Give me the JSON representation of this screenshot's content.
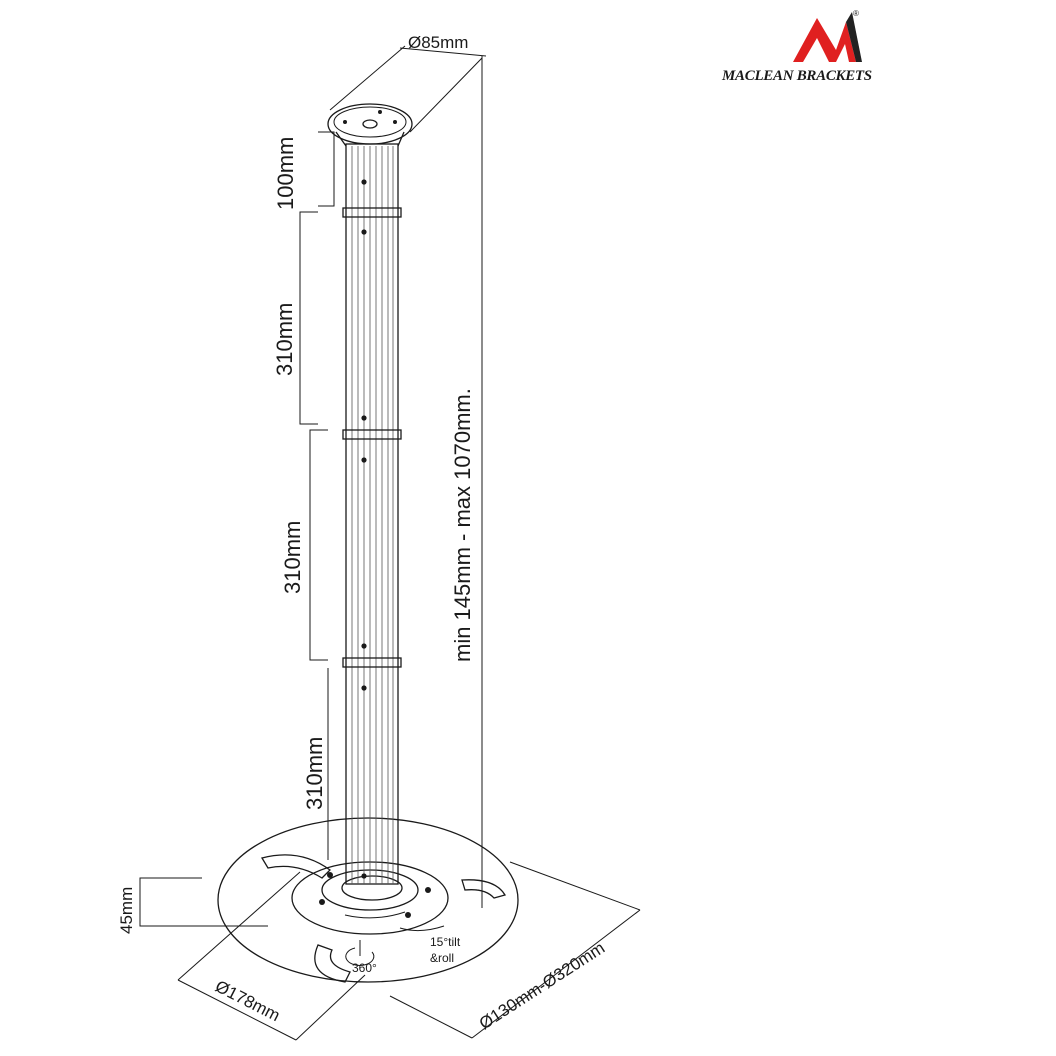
{
  "brand": {
    "name": "MACLEAN BRACKETS",
    "mark_color": "#e02020",
    "mark_dark_color": "#222222",
    "registered_symbol": "®"
  },
  "dimensions": {
    "plate_diameter": "Ø85mm",
    "section_top": "100mm",
    "section_2": "310mm",
    "section_3": "310mm",
    "section_4": "310mm",
    "total_height": "min 145mm - max 1070mm.",
    "base_height": "45mm",
    "inner_diameter": "Ø178mm",
    "outer_diameter": "Ø130mm-Ø320mm"
  },
  "annotations": {
    "tilt_label": "15°tilt",
    "roll_label": "&roll",
    "rotation_label": "360°"
  }
}
